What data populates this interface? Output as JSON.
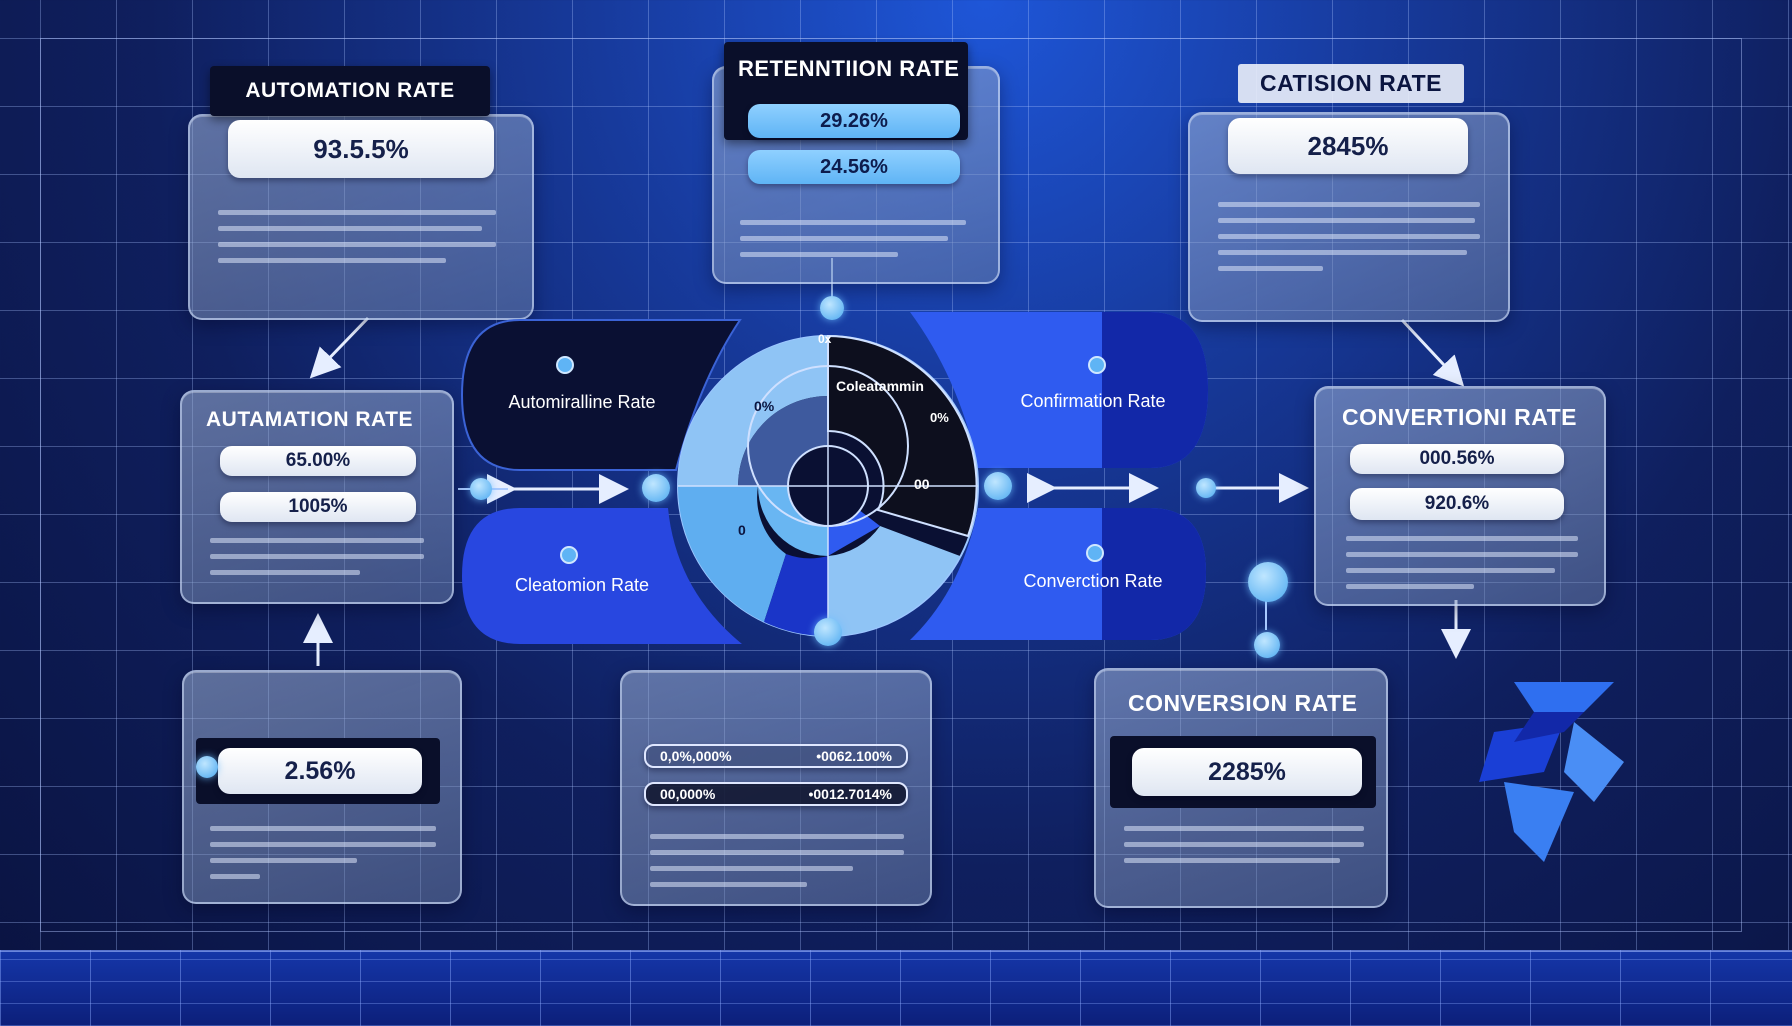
{
  "cards": {
    "top_left": {
      "title": "AUTOMATION RATE",
      "value": "93.5.5%"
    },
    "top_center": {
      "title": "RETENNTIION RATE",
      "values": [
        "29.26%",
        "24.56%"
      ]
    },
    "top_right": {
      "title": "CATISION RATE",
      "value": "2845%"
    },
    "mid_left": {
      "title": "AUTAMATION RATE",
      "values": [
        "65.00%",
        "1005%"
      ]
    },
    "mid_right": {
      "title": "CONVERTIONI RATE",
      "values": [
        "000.56%",
        "920.6%"
      ]
    },
    "bottom_left": {
      "value": "2.56%"
    },
    "bottom_center": {
      "rows": [
        [
          "0,0%,000%",
          "•0062.100%"
        ],
        [
          "00,000%",
          "•0012.7014%"
        ]
      ]
    },
    "bottom_right": {
      "title": "CONVERSION RATE",
      "value": "2285%"
    }
  },
  "wings": {
    "top_left": "Automiralline Rate",
    "top_right": "Confirmation Rate",
    "bottom_left": "Cleatomion Rate",
    "bottom_right": "Converction Rate"
  },
  "donut": {
    "labels": [
      "0%",
      "Coleatammin",
      "00",
      "0%",
      "0",
      "0x"
    ]
  },
  "colors": {
    "background": "#0f1f5e",
    "accent_blue": "#2f5bf0",
    "light_blue": "#8fd0ff",
    "dark_navy": "#0a0f2a"
  }
}
